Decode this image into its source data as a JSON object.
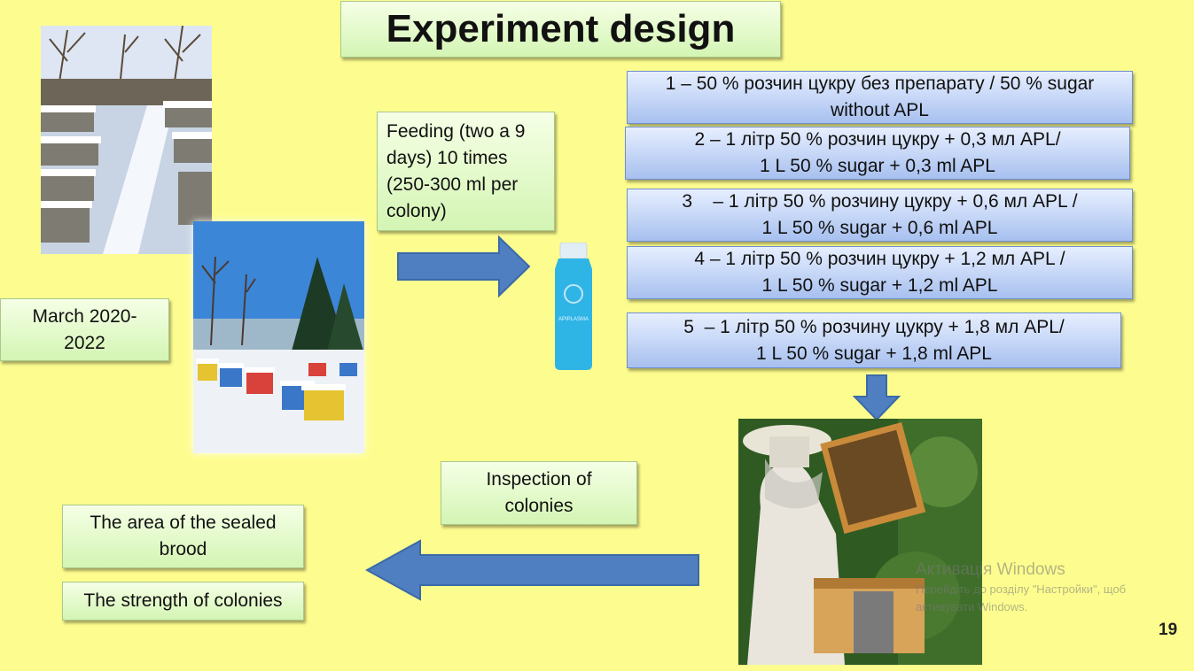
{
  "title": "Experiment design",
  "date_box": "March 2020-2022",
  "feeding_box": "Feeding (two a 9 days) 10 times (250-300 ml per colony)",
  "bottle_label": "APIPLASMA",
  "groups": [
    {
      "line1": "1 – 50 % розчин цукру без препарату / 50 % sugar",
      "line2": "without APL"
    },
    {
      "line1": "2 – 1 літр 50 % розчин цукру + 0,3 мл APL/",
      "line2": "1 L 50 % sugar + 0,3 ml APL"
    },
    {
      "line1": "3    – 1 літр 50 % розчину цукру + 0,6 мл APL /",
      "line2": "1 L 50 % sugar + 0,6 ml APL"
    },
    {
      "line1": "4 – 1 літр 50 % розчин цукру + 1,2 мл APL /",
      "line2": "1 L 50 % sugar + 1,2 ml APL"
    },
    {
      "line1": "5  – 1 літр 50 % розчину цукру + 1,8 мл APL/",
      "line2": "1 L 50 % sugar + 1,8 ml APL"
    }
  ],
  "inspection_box": "Inspection of colonies",
  "result_boxes": [
    "The area of the sealed brood",
    "The strength of colonies"
  ],
  "watermark": {
    "title": "Активація Windows",
    "line1": "Перейдіть до розділу \"Настройки\", щоб",
    "line2": "активувати Windows."
  },
  "slide_number": "19",
  "colors": {
    "background": "#fdfd8f",
    "arrow": "#4f7fc0",
    "green_box": "#d3f5b3",
    "blue_box": "#a7c0ef"
  }
}
